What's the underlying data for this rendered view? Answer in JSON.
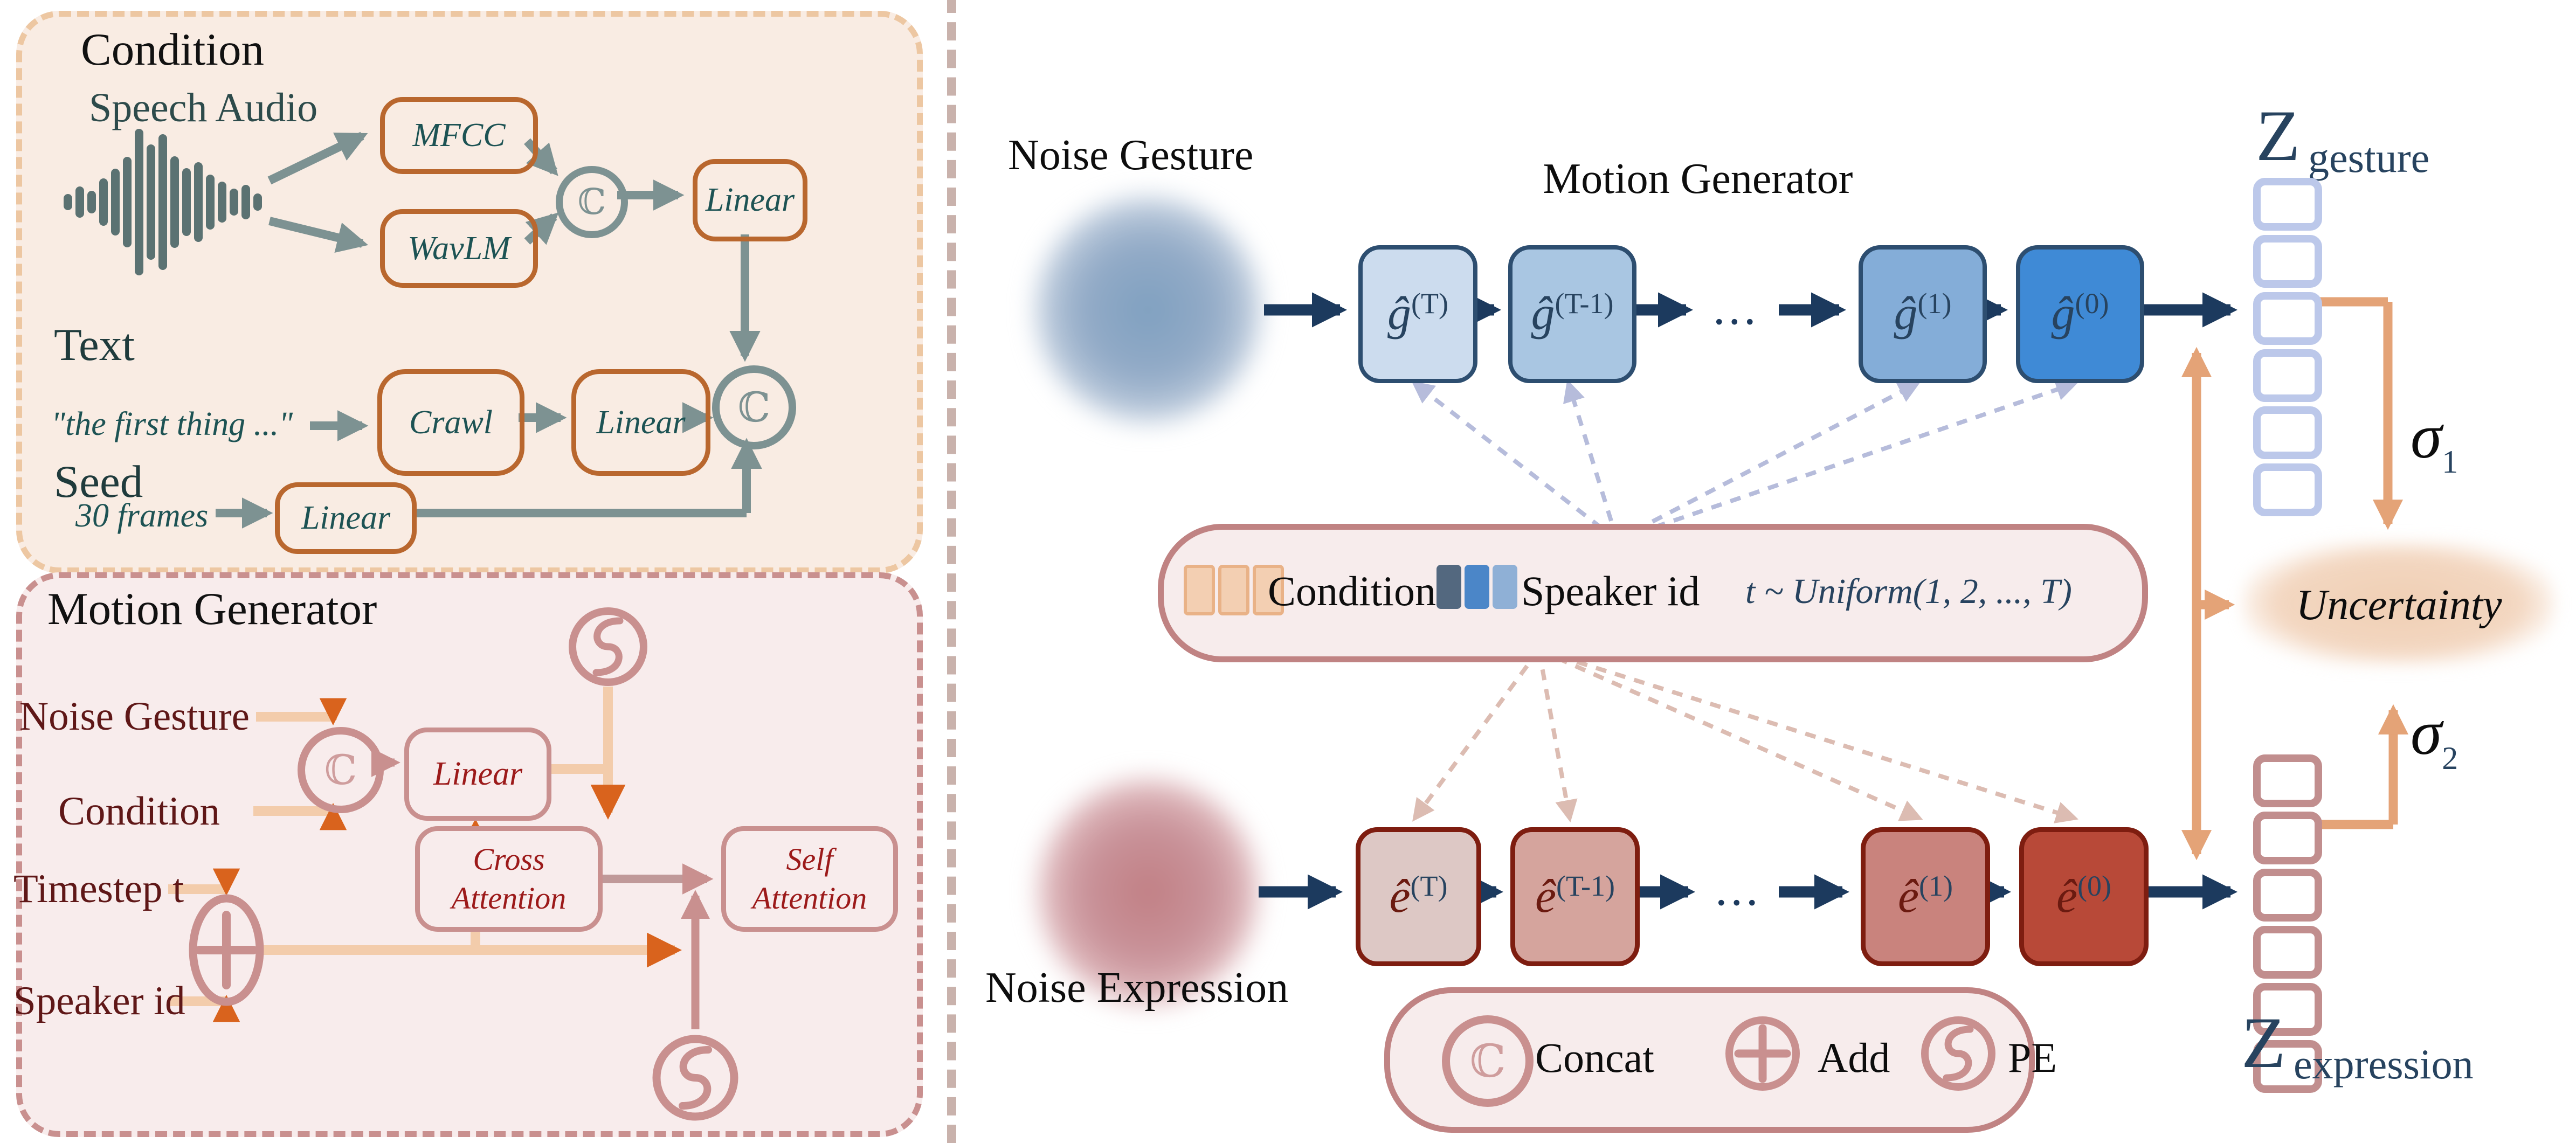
{
  "left": {
    "condition_panel": {
      "title": "Condition",
      "speech_audio_label": "Speech Audio",
      "mfcc_label": "MFCC",
      "wavlm_label": "WavLM",
      "linear1_label": "Linear",
      "concat_symbol": "ℂ",
      "text_label": "Text",
      "text_quote": "\"the first thing ...\"",
      "crawl_label": "Crawl",
      "linear2_label": "Linear",
      "seed_label": "Seed",
      "seed_value": "30 frames",
      "linear3_label": "Linear"
    },
    "motion_panel": {
      "title": "Motion Generator",
      "noise_gesture_label": "Noise Gesture",
      "condition_label": "Condition",
      "concat_symbol": "ℂ",
      "linear_label": "Linear",
      "timestep_label": "Timestep t",
      "speaker_id_label": "Speaker id",
      "cross_attention_line1": "Cross",
      "cross_attention_line2": "Attention",
      "self_attention_line1": "Self",
      "self_attention_line2": "Attention"
    }
  },
  "right": {
    "noise_gesture_heading": "Noise Gesture",
    "motion_generator_heading": "Motion Generator",
    "noise_expression_heading": "Noise Expression",
    "gesture_chain": {
      "dots": "...",
      "boxes": [
        {
          "base": "ĝ",
          "sup": "(T)",
          "fill": "#ccdcee"
        },
        {
          "base": "ĝ",
          "sup": "(T-1)",
          "fill": "#a9c6e2"
        },
        {
          "base": "ĝ",
          "sup": "(1)",
          "fill": "#84add8"
        },
        {
          "base": "ĝ",
          "sup": "(0)",
          "fill": "#3f8ad6"
        }
      ]
    },
    "expression_chain": {
      "dots": "...",
      "boxes": [
        {
          "base": "ê",
          "sup": "(T)",
          "fill": "#ddc8c5"
        },
        {
          "base": "ê",
          "sup": "(T-1)",
          "fill": "#d5a49d"
        },
        {
          "base": "ê",
          "sup": "(1)",
          "fill": "#c9837d"
        },
        {
          "base": "ê",
          "sup": "(0)",
          "fill": "#b84938"
        }
      ]
    },
    "z_gesture": {
      "main": "Z",
      "sub": "gesture"
    },
    "z_expression": {
      "main": "Z",
      "sub": "expression"
    },
    "sigma1": {
      "symbol": "σ",
      "sub": "1"
    },
    "sigma2": {
      "symbol": "σ",
      "sub": "2"
    },
    "uncertainty_label": "Uncertainty",
    "condition_pill": {
      "condition_label": "Condition",
      "speaker_label": "Speaker id",
      "formula": "t ~ Uniform(1, 2, ..., T)",
      "condition_swatches": [
        "#f3cfb2",
        "#f3cfb2",
        "#f3cfb2"
      ],
      "speaker_swatches": [
        "#53687f",
        "#4b86c8",
        "#8fb0d6"
      ]
    },
    "legend": {
      "concat_symbol": "ℂ",
      "concat_label": "Concat",
      "add_label": "Add",
      "pe_label": "PE"
    }
  },
  "colors": {
    "peach_panel_bg": "#f9ece3",
    "peach_dash": "#edc7a2",
    "rose_panel_bg": "#f8ecec",
    "rose_dash": "#c9908f",
    "orange_box_border": "#b9672e",
    "teal_text": "#1d5354",
    "gray_arrow": "#7d9292",
    "navy_arrow": "#1c3a5e",
    "orange_arrowhead": "#d9631d",
    "peach_line": "#f3ccab",
    "rose_line": "#c9908f",
    "tan_arrow": "#e4a377",
    "lavender_dash": "#b6bcdb",
    "rose_fan_dash": "#dcbcb2",
    "maroon_text": "#5f1717",
    "red_box_text": "#9c1a1a",
    "navy_text": "#27435f"
  }
}
